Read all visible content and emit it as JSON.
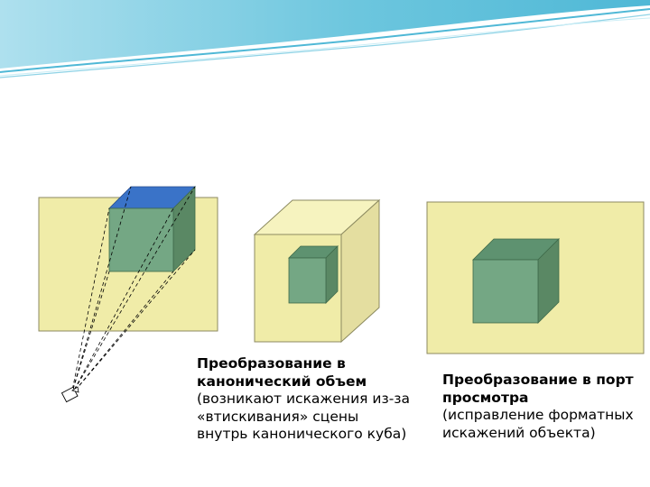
{
  "captions": {
    "canonical": {
      "title": "Преобразование в\nканонический объем",
      "body": "(возникают искажения из-за\n«втискивания» сцены\nвнутрь канонического куба)"
    },
    "viewport": {
      "title": "Преобразование в порт\nпросмотра",
      "body": "(исправление форматных\nискажений объекта)"
    }
  },
  "colors": {
    "panel_fill": "#f0eca8",
    "panel_stroke": "#8c8a60",
    "cube_front": "#74a784",
    "cube_top": "#5e9270",
    "cube_side": "#5a8864",
    "cube_top_blue": "#3a73c8",
    "header_wave_dark": "#4fb8d6",
    "header_wave_light": "#aee0ee"
  },
  "icons": [
    "camera-icon"
  ]
}
